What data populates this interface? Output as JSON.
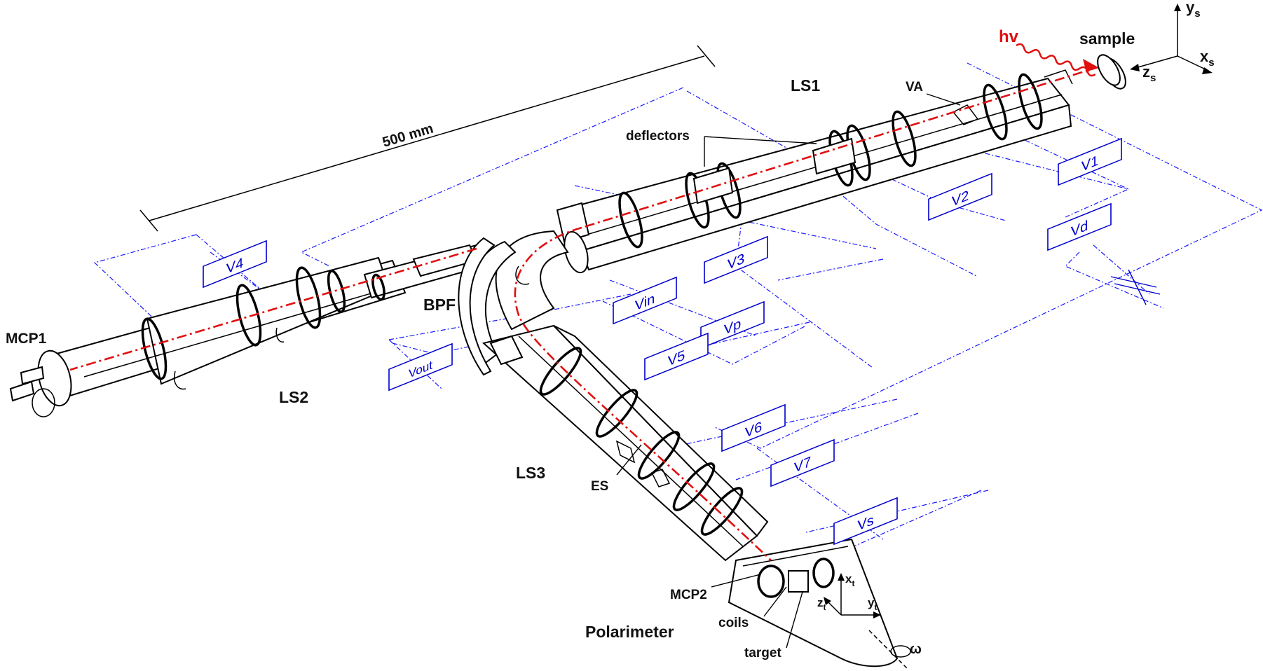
{
  "labels": {
    "ls1": "LS1",
    "ls2": "LS2",
    "ls3": "LS3",
    "bpf": "BPF",
    "mcp1": "MCP1",
    "mcp2": "MCP2",
    "polarimeter": "Polarimeter",
    "sample": "sample",
    "hv": "hv",
    "deflectors": "deflectors",
    "va": "VA",
    "es": "ES",
    "coils": "coils",
    "target": "target",
    "scale": "500 mm",
    "omega": "ω"
  },
  "axes_sample": {
    "y": "y",
    "y_sub": "s",
    "x": "x",
    "x_sub": "s",
    "z": "z",
    "z_sub": "s"
  },
  "axes_target": {
    "x": "x",
    "x_sub": "t",
    "y": "y",
    "y_sub": "t",
    "z": "z",
    "z_sub": "t"
  },
  "voltages": {
    "v1": "V1",
    "v2": "V2",
    "vd": "Vd",
    "v3": "V3",
    "v4": "V4",
    "vin": "Vin",
    "vp": "Vp",
    "v5": "V5",
    "vout": "Vout",
    "v6": "V6",
    "v7": "V7",
    "vs": "Vs"
  },
  "colors": {
    "beam": "#e01010",
    "wiring": "#0000cc",
    "outline": "#000000"
  }
}
